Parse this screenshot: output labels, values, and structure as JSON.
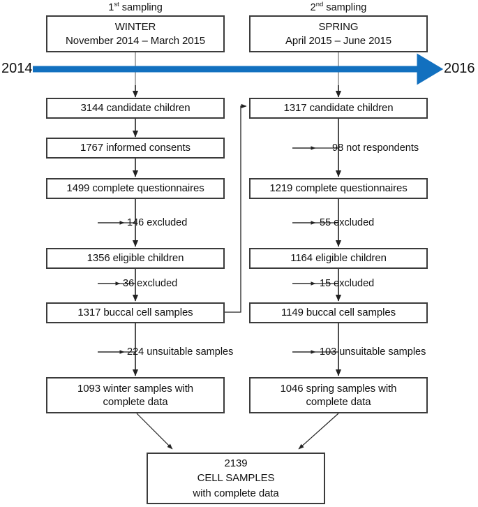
{
  "diagram": {
    "title": "Study flow diagram of winter and spring buccal cell sampling",
    "timeline": {
      "start_year": "2014",
      "end_year": "2016",
      "arrow_color": "#1270bf",
      "axis_name": "timeline-axis"
    },
    "sampling_labels": [
      {
        "id": "first",
        "prefix": "1",
        "sup": "st",
        "suffix": " sampling"
      },
      {
        "id": "second",
        "prefix": "2",
        "sup": "nd",
        "suffix": " sampling"
      }
    ],
    "season_boxes": [
      {
        "id": "winter",
        "season": "WINTER",
        "range": "November 2014 – March 2015"
      },
      {
        "id": "spring",
        "season": "SPRING",
        "range": "April 2015 – June 2015"
      }
    ],
    "left_column": {
      "name": "winter-branch",
      "nodes": [
        {
          "id": "l1",
          "lines": [
            "3144 candidate children"
          ]
        },
        {
          "id": "l2",
          "lines": [
            "1767 informed consents"
          ]
        },
        {
          "id": "l3",
          "lines": [
            "1499 complete questionnaires"
          ]
        },
        {
          "id": "l4",
          "lines": [
            "1356 eligible children"
          ]
        },
        {
          "id": "l5",
          "lines": [
            "1317 buccal cell samples"
          ]
        },
        {
          "id": "l6",
          "lines": [
            "1093 winter samples with",
            "complete data"
          ]
        }
      ],
      "exclusions": [
        {
          "id": "lx1",
          "label": "146 excluded"
        },
        {
          "id": "lx2",
          "label": "36 excluded"
        },
        {
          "id": "lx3",
          "label": "224 unsuitable samples"
        }
      ]
    },
    "right_column": {
      "name": "spring-branch",
      "nodes": [
        {
          "id": "r1",
          "lines": [
            "1317 candidate children"
          ]
        },
        {
          "id": "r2",
          "lines": [
            "1219 complete questionnaires"
          ]
        },
        {
          "id": "r3",
          "lines": [
            "1164 eligible children"
          ]
        },
        {
          "id": "r4",
          "lines": [
            "1149 buccal cell samples"
          ]
        },
        {
          "id": "r5",
          "lines": [
            "1046 spring samples with",
            "complete data"
          ]
        }
      ],
      "exclusions": [
        {
          "id": "rx1",
          "label": "98 not respondents"
        },
        {
          "id": "rx2",
          "label": "55 excluded"
        },
        {
          "id": "rx3",
          "label": "15 excluded"
        },
        {
          "id": "rx4",
          "label": "103 unsuitable samples"
        }
      ]
    },
    "final_node": {
      "id": "final",
      "lines": [
        "2139",
        "CELL SAMPLES",
        "with complete data"
      ]
    }
  },
  "chart_data": {
    "type": "diagram",
    "title": "Participant flow: winter and spring buccal cell sampling",
    "nodes": [
      {
        "id": "winter_box",
        "label": "WINTER November 2014 – March 2015",
        "column": "left"
      },
      {
        "id": "spring_box",
        "label": "SPRING April 2015 – June 2015",
        "column": "right"
      },
      {
        "id": "l1",
        "label": "3144 candidate children",
        "value": 3144,
        "column": "left"
      },
      {
        "id": "l2",
        "label": "1767 informed consents",
        "value": 1767,
        "column": "left"
      },
      {
        "id": "l3",
        "label": "1499 complete questionnaires",
        "value": 1499,
        "column": "left"
      },
      {
        "id": "l4",
        "label": "1356 eligible children",
        "value": 1356,
        "column": "left"
      },
      {
        "id": "l5",
        "label": "1317 buccal cell samples",
        "value": 1317,
        "column": "left"
      },
      {
        "id": "l6",
        "label": "1093 winter samples with complete data",
        "value": 1093,
        "column": "left"
      },
      {
        "id": "r1",
        "label": "1317 candidate children",
        "value": 1317,
        "column": "right"
      },
      {
        "id": "r2",
        "label": "1219 complete questionnaires",
        "value": 1219,
        "column": "right"
      },
      {
        "id": "r3",
        "label": "1164 eligible children",
        "value": 1164,
        "column": "right"
      },
      {
        "id": "r4",
        "label": "1149 buccal cell samples",
        "value": 1149,
        "column": "right"
      },
      {
        "id": "r5",
        "label": "1046 spring samples with complete data",
        "value": 1046,
        "column": "right"
      },
      {
        "id": "final",
        "label": "2139 CELL SAMPLES with complete data",
        "value": 2139,
        "column": "center"
      }
    ],
    "exclusions": [
      {
        "from": "l3",
        "label": "146 excluded",
        "value": 146
      },
      {
        "from": "l4",
        "label": "36 excluded",
        "value": 36
      },
      {
        "from": "l5",
        "label": "224 unsuitable samples",
        "value": 224
      },
      {
        "from": "r1",
        "label": "98 not respondents",
        "value": 98
      },
      {
        "from": "r2",
        "label": "55 excluded",
        "value": 55
      },
      {
        "from": "r3",
        "label": "15 excluded",
        "value": 15
      },
      {
        "from": "r4",
        "label": "103 unsuitable samples",
        "value": 103
      }
    ],
    "edges": [
      {
        "from": "winter_box",
        "to": "l1"
      },
      {
        "from": "l1",
        "to": "l2"
      },
      {
        "from": "l2",
        "to": "l3"
      },
      {
        "from": "l3",
        "to": "l4"
      },
      {
        "from": "l4",
        "to": "l5"
      },
      {
        "from": "l5",
        "to": "l6"
      },
      {
        "from": "l5",
        "to": "r1"
      },
      {
        "from": "spring_box",
        "to": "r1"
      },
      {
        "from": "r1",
        "to": "r2"
      },
      {
        "from": "r2",
        "to": "r3"
      },
      {
        "from": "r3",
        "to": "r4"
      },
      {
        "from": "r4",
        "to": "r5"
      },
      {
        "from": "l6",
        "to": "final"
      },
      {
        "from": "r5",
        "to": "final"
      }
    ],
    "timeline": {
      "start": "2014",
      "end": "2016",
      "color": "#1270bf"
    }
  }
}
